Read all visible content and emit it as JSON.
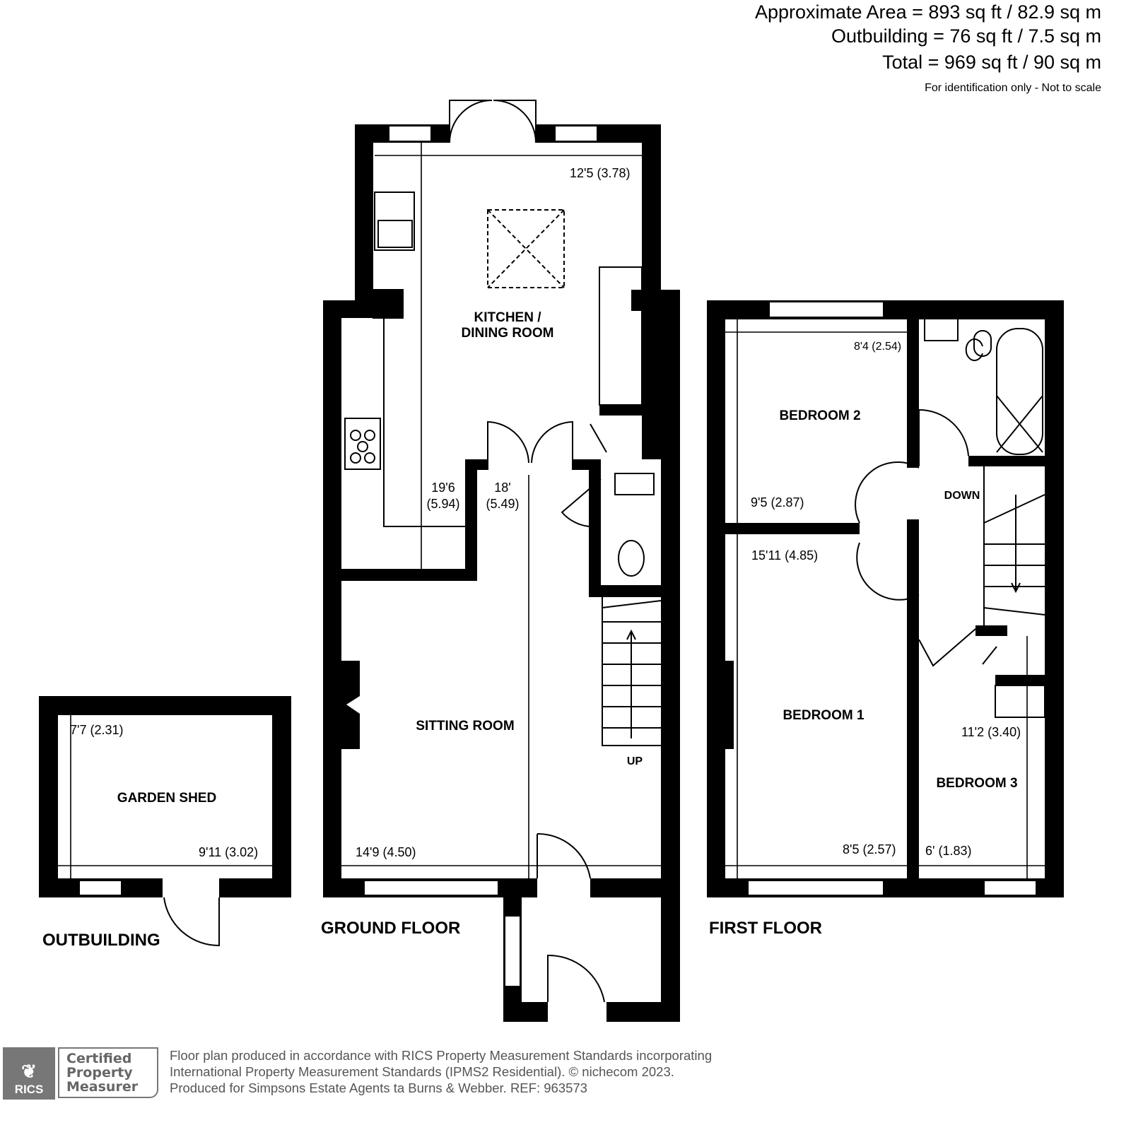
{
  "areas": {
    "approximate": "Approximate Area = 893 sq ft / 82.9 sq m",
    "outbuilding": "Outbuilding = 76 sq ft / 7.5 sq m",
    "total": "Total = 969 sq ft / 90 sq m",
    "note": "For identification only - Not to scale"
  },
  "floors": {
    "ground": "GROUND FLOOR",
    "first": "FIRST FLOOR",
    "outbuilding": "OUTBUILDING"
  },
  "rooms": {
    "kitchen_line1": "KITCHEN /",
    "kitchen_line2": "DINING ROOM",
    "sitting": "SITTING ROOM",
    "bedroom1": "BEDROOM 1",
    "bedroom2": "BEDROOM 2",
    "bedroom3": "BEDROOM 3",
    "shed": "GARDEN SHED",
    "up": "UP",
    "down": "DOWN"
  },
  "dimensions": {
    "kitchen_width": "12'5 (3.78)",
    "kitchen_length_ft": "19'6",
    "kitchen_length_m": "(5.94)",
    "sitting_length_ft": "18'",
    "sitting_length_m": "(5.49)",
    "sitting_width": "14'9 (4.50)",
    "bed2_width": "8'4 (2.54)",
    "bed2_length": "9'5 (2.87)",
    "bed1_length": "15'11 (4.85)",
    "bed1_width": "8'5 (2.57)",
    "bed3_length": "11'2 (3.40)",
    "bed3_width": "6' (1.83)",
    "shed_length": "7'7 (2.31)",
    "shed_width": "9'11 (3.02)"
  },
  "badge": {
    "rics": "RICS",
    "cert1": "Certified",
    "cert2": "Property",
    "cert3": "Measurer"
  },
  "footer": {
    "line1": "Floor plan produced in accordance with RICS Property Measurement Standards incorporating",
    "line2": "International Property Measurement Standards (IPMS2 Residential).   © nichecom 2023.",
    "line3": "Produced for Simpsons Estate Agents ta Burns & Webber.   REF: 963573"
  }
}
